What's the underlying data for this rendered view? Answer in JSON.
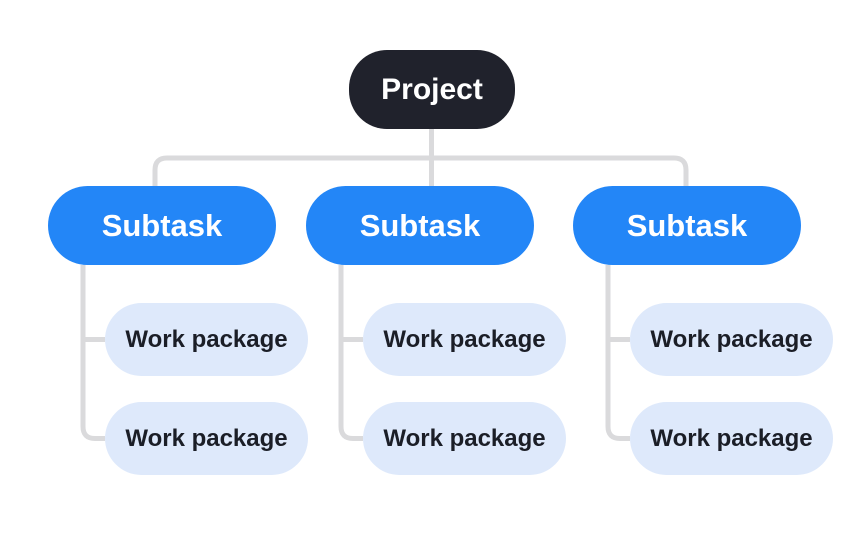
{
  "colors": {
    "background": "#FFFFFF",
    "root_fill": "#20222C",
    "root_text": "#FFFFFF",
    "subtask_fill": "#2386F7",
    "subtask_text": "#FFFFFF",
    "work_package_fill": "#DEE9FB",
    "work_package_text": "#1B1E27",
    "connector": "#DADADC"
  },
  "tree": {
    "root": {
      "label": "Project"
    },
    "branches": [
      {
        "label": "Subtask",
        "children": [
          {
            "label": "Work package"
          },
          {
            "label": "Work package"
          }
        ]
      },
      {
        "label": "Subtask",
        "children": [
          {
            "label": "Work package"
          },
          {
            "label": "Work package"
          }
        ]
      },
      {
        "label": "Subtask",
        "children": [
          {
            "label": "Work package"
          },
          {
            "label": "Work package"
          }
        ]
      }
    ]
  }
}
